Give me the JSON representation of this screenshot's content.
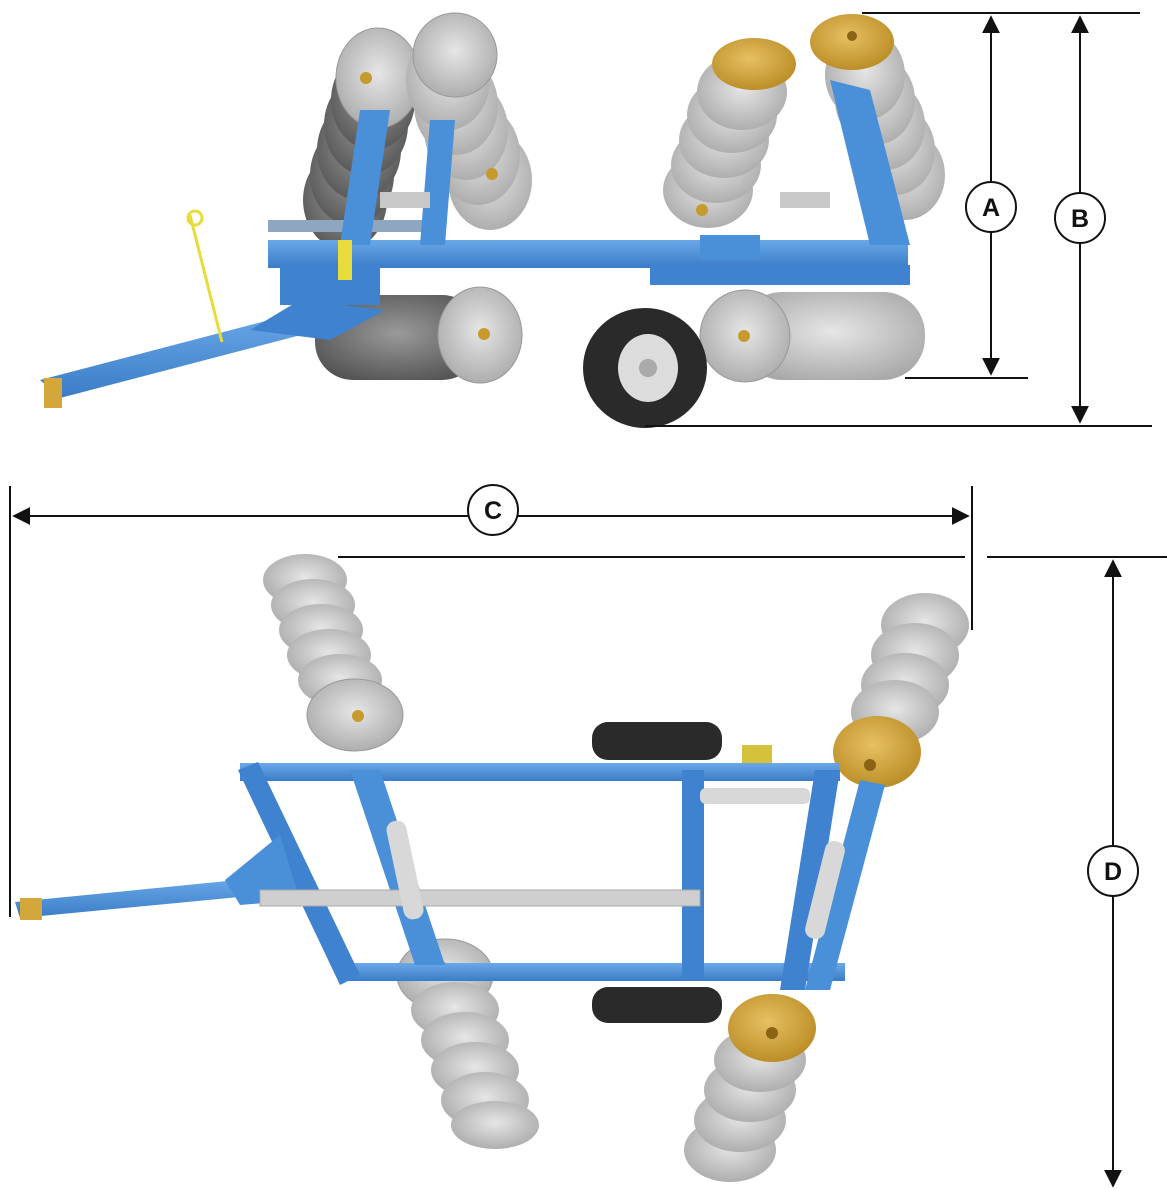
{
  "dimensions": {
    "a": {
      "label": "A"
    },
    "b": {
      "label": "B"
    },
    "c": {
      "label": "C"
    },
    "d": {
      "label": "D"
    }
  },
  "colors": {
    "frame_blue": "#4a90d9",
    "frame_blue_dark": "#2f6fb5",
    "disc_gray": "#c8c8c8",
    "disc_dark": "#6e6e6e",
    "disc_end_gold": "#d4a73a",
    "tire_black": "#2a2a2a",
    "spring_yellow": "#e8dc3c",
    "line_black": "#111111"
  },
  "icons": [
    "side-view-disc-harrow-illustration",
    "top-view-disc-harrow-illustration"
  ]
}
